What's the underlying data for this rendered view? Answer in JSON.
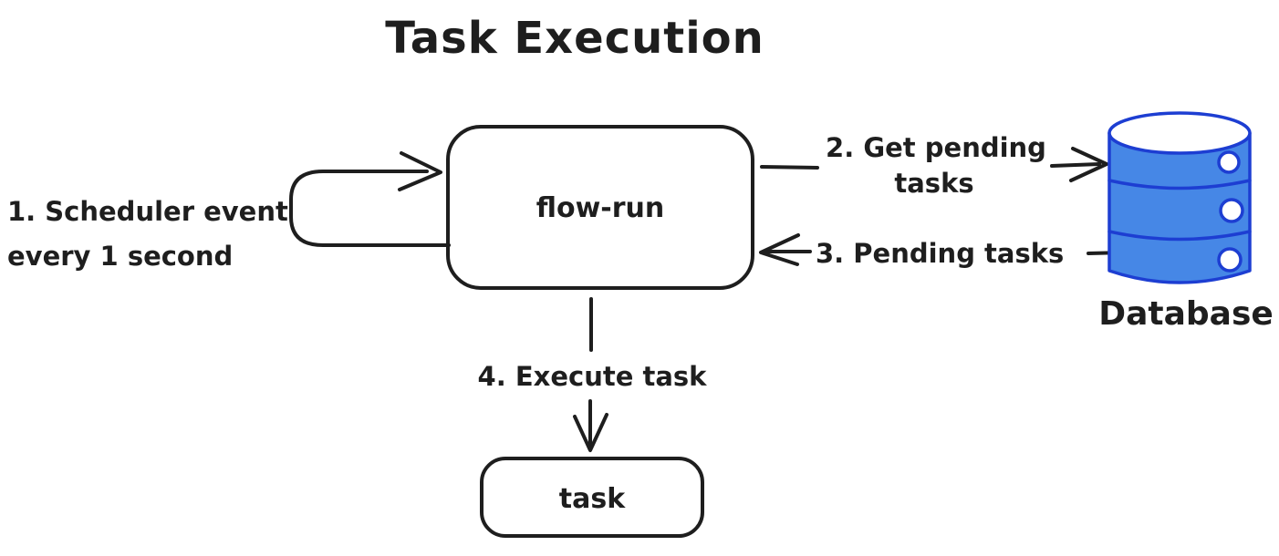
{
  "title": "Task Execution",
  "colors": {
    "background": "#ffffff",
    "stroke": "#1e1e1e",
    "flow_run_fill": "#fdeca3",
    "task_fill": "#b7d9f5",
    "database_fill": "#4687e6",
    "database_stroke": "#1d3ed2",
    "database_dot_fill": "#ffffff"
  },
  "nodes": {
    "flow_run": {
      "label": "flow-run"
    },
    "task": {
      "label": "task"
    },
    "database": {
      "label": "Database"
    }
  },
  "steps": {
    "step1": {
      "line1": "1. Scheduler event",
      "line2": "every 1 second"
    },
    "step2": {
      "line1": "2. Get pending",
      "line2": "tasks"
    },
    "step3": {
      "label": "3. Pending tasks"
    },
    "step4": {
      "label": "4. Execute task"
    }
  }
}
